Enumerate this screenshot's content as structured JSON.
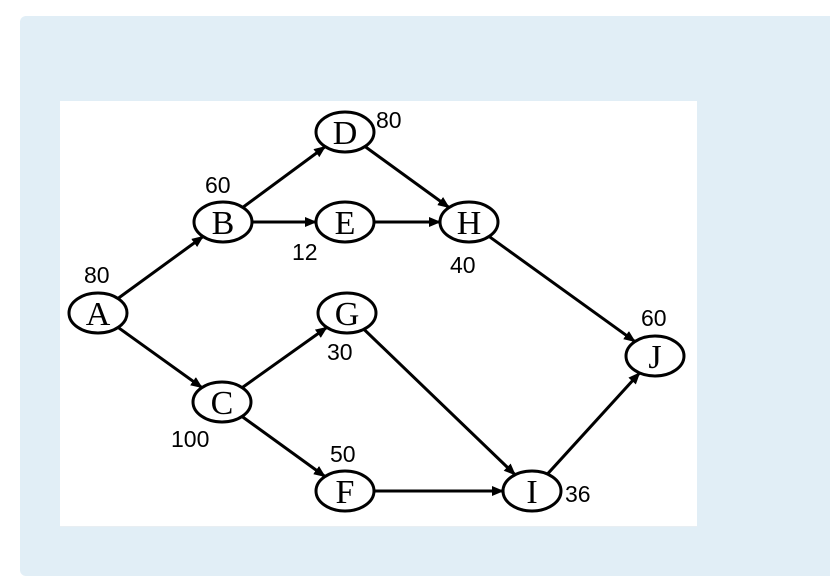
{
  "diagram": {
    "nodes": [
      {
        "id": "A",
        "label": "A",
        "weight": "80"
      },
      {
        "id": "B",
        "label": "B",
        "weight": "60"
      },
      {
        "id": "C",
        "label": "C",
        "weight": "100"
      },
      {
        "id": "D",
        "label": "D",
        "weight": "80"
      },
      {
        "id": "E",
        "label": "E",
        "weight": "12"
      },
      {
        "id": "F",
        "label": "F",
        "weight": "50"
      },
      {
        "id": "G",
        "label": "G",
        "weight": "30"
      },
      {
        "id": "H",
        "label": "H",
        "weight": "40"
      },
      {
        "id": "I",
        "label": "I",
        "weight": "36"
      },
      {
        "id": "J",
        "label": "J",
        "weight": "60"
      }
    ],
    "edges": [
      {
        "from": "A",
        "to": "B"
      },
      {
        "from": "A",
        "to": "C"
      },
      {
        "from": "B",
        "to": "D"
      },
      {
        "from": "B",
        "to": "E"
      },
      {
        "from": "C",
        "to": "G"
      },
      {
        "from": "C",
        "to": "F"
      },
      {
        "from": "D",
        "to": "H"
      },
      {
        "from": "E",
        "to": "H"
      },
      {
        "from": "G",
        "to": "I"
      },
      {
        "from": "F",
        "to": "I"
      },
      {
        "from": "H",
        "to": "J"
      },
      {
        "from": "I",
        "to": "J"
      }
    ]
  }
}
